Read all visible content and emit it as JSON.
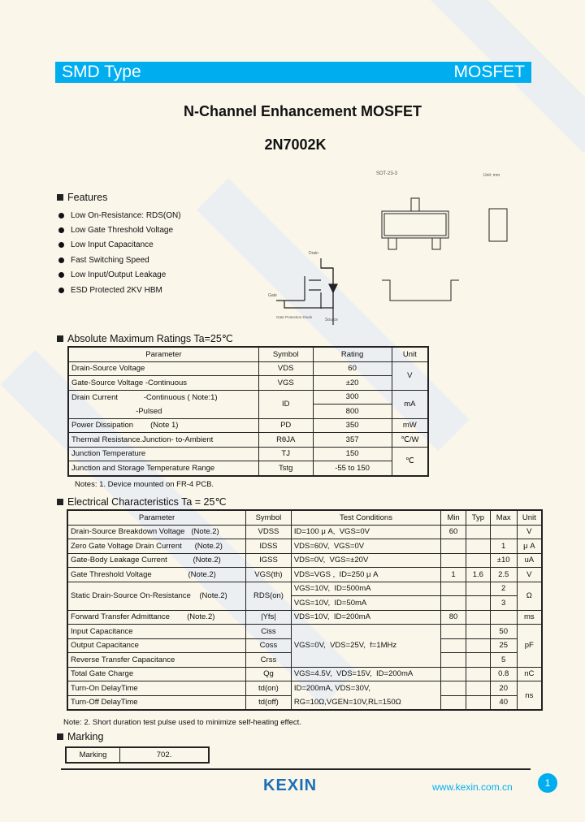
{
  "header": {
    "left": "SMD Type",
    "right": "MOSFET"
  },
  "title": "N-Channel Enhancement MOSFET",
  "part": "2N7002K",
  "features": {
    "heading": "Features",
    "items": [
      "Low On-Resistance: RDS(ON)",
      "Low Gate Threshold Voltage",
      "Low Input Capacitance",
      "Fast Switching Speed",
      "Low Input/Output Leakage",
      "ESD Protected 2KV HBM"
    ]
  },
  "diagram": {
    "package": "SOT-23-3",
    "drain": "Drain",
    "gate": "Gate",
    "source": "Source",
    "diode": "Gate Protection Diode",
    "unit": "Unit: mm"
  },
  "abs": {
    "heading": "Absolute Maximum Ratings Ta=25℃",
    "headers": [
      "Parameter",
      "Symbol",
      "Rating",
      "Unit"
    ],
    "rows": [
      {
        "p": "Drain-Source Voltage",
        "s": "VDS",
        "r": "60",
        "u": "V"
      },
      {
        "p": "Gate-Source Voltage -Continuous",
        "s": "VGS",
        "r": "±20"
      },
      {
        "p": "Drain Current            -Continuous ( Note:1)",
        "s": "ID",
        "r": "300",
        "u": "mA"
      },
      {
        "p": "                              -Pulsed",
        "r": "800"
      },
      {
        "p": "Power Dissipation        (Note 1)",
        "s": "PD",
        "r": "350",
        "u": "mW"
      },
      {
        "p": "Thermal Resistance.Junction- to-Ambient",
        "s": "RθJA",
        "r": "357",
        "u": "℃/W"
      },
      {
        "p": "Junction  Temperature",
        "s": "TJ",
        "r": "150",
        "u": "℃"
      },
      {
        "p": "Junction and Storage Temperature Range",
        "s": "Tstg",
        "r": "-55 to 150"
      }
    ],
    "note": "Notes: 1.  Device mounted on FR-4 PCB."
  },
  "elec": {
    "heading": "Electrical Characteristics Ta = 25℃",
    "headers": [
      "Parameter",
      "Symbol",
      "Test Conditions",
      "Min",
      "Typ",
      "Max",
      "Unit"
    ],
    "rows": [
      {
        "p": "Drain-Source Breakdown Voltage   (Note.2)",
        "s": "VDSS",
        "t": "ID=100 μ A,  VGS=0V",
        "min": "60",
        "typ": "",
        "max": "",
        "u": "V"
      },
      {
        "p": "Zero Gate Voltage Drain Current      (Note.2)",
        "s": "IDSS",
        "t": "VDS=60V,  VGS=0V",
        "min": "",
        "typ": "",
        "max": "1",
        "u": "μ A"
      },
      {
        "p": "Gate-Body Leakage Current            (Note.2)",
        "s": "IGSS",
        "t": "VDS=0V,  VGS=±20V",
        "min": "",
        "typ": "",
        "max": "±10",
        "u": "uA"
      },
      {
        "p": "Gate Threshold Voltage                 (Note.2)",
        "s": "VGS(th)",
        "t": "VDS=VGS ,  ID=250 μ A",
        "min": "1",
        "typ": "1.6",
        "max": "2.5",
        "u": "V"
      },
      {
        "p": "Static Drain-Source On-Resistance    (Note.2)",
        "s": "RDS(on)",
        "t": "VGS=10V,  ID=500mA",
        "min": "",
        "typ": "",
        "max": "2",
        "u": "Ω"
      },
      {
        "t": "VGS=10V,  ID=50mA",
        "min": "",
        "typ": "",
        "max": "3"
      },
      {
        "p": "Forward Transfer Admittance        (Note.2)",
        "s": "|Yfs|",
        "t": "VDS=10V,  ID=200mA",
        "min": "80",
        "typ": "",
        "max": "",
        "u": "ms"
      },
      {
        "p": "Input Capacitance",
        "s": "Ciss",
        "t": "VGS=0V,  VDS=25V,  f=1MHz",
        "min": "",
        "typ": "",
        "max": "50",
        "u": "pF"
      },
      {
        "p": "Output Capacitance",
        "s": "Coss",
        "min": "",
        "typ": "",
        "max": "25"
      },
      {
        "p": "Reverse Transfer Capacitance",
        "s": "Crss",
        "min": "",
        "typ": "",
        "max": "5"
      },
      {
        "p": "Total Gate Charge",
        "s": "Qg",
        "t": "VGS=4.5V,  VDS=15V,  ID=200mA",
        "min": "",
        "typ": "",
        "max": "0.8",
        "u": "nC"
      },
      {
        "p": "Turn-On DelayTime",
        "s": "td(on)",
        "t": "ID=200mA, VDS=30V,",
        "min": "",
        "typ": "",
        "max": "20",
        "u": "ns"
      },
      {
        "p": "Turn-Off DelayTime",
        "s": "td(off)",
        "t": "RG=10Ω,VGEN=10V,RL=150Ω",
        "min": "",
        "typ": "",
        "max": "40"
      }
    ],
    "note": "Note: 2.  Short duration test pulse used to minimize self-heating effect."
  },
  "marking": {
    "heading": "Marking",
    "label": "Marking",
    "value": "702."
  },
  "footer": {
    "logo": "KEXIN",
    "url": "www.kexin.com.cn",
    "page": "1"
  },
  "colors": {
    "accent": "#00aeef",
    "logo": "#1d6fb5",
    "background": "#faf6ea"
  }
}
